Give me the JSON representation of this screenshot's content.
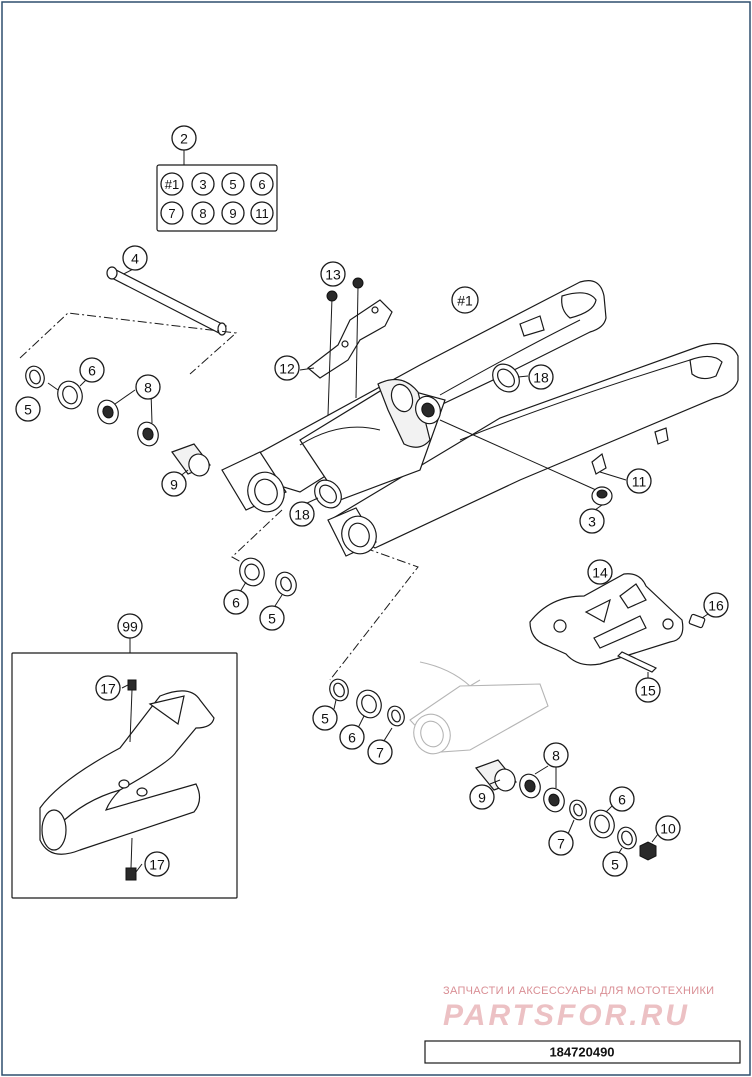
{
  "callouts": {
    "c2": "2",
    "k1": "#1",
    "k3": "3",
    "k5": "5",
    "k6": "6",
    "k7": "7",
    "k8": "8",
    "k9": "9",
    "k11": "11",
    "c4": "4",
    "c6a": "6",
    "c5a": "5",
    "c8a": "8",
    "c9a": "9",
    "c13": "13",
    "c12": "12",
    "c1": "#1",
    "c18a": "18",
    "c11": "11",
    "c3": "3",
    "c18b": "18",
    "c6b": "6",
    "c5b": "5",
    "c14": "14",
    "c16": "16",
    "c15": "15",
    "c99": "99",
    "c17a": "17",
    "c17b": "17",
    "c5c": "5",
    "c6c": "6",
    "c7a": "7",
    "c8b": "8",
    "c9b": "9",
    "c6d": "6",
    "c10": "10",
    "c7b": "7",
    "c5d": "5"
  },
  "watermark": {
    "line1": "ЗАПЧАСТИ И АКСЕССУАРЫ ДЛЯ МОТОТЕХНИКИ",
    "line2": "PARTSFOR.RU"
  },
  "diagram_code": "184720490"
}
